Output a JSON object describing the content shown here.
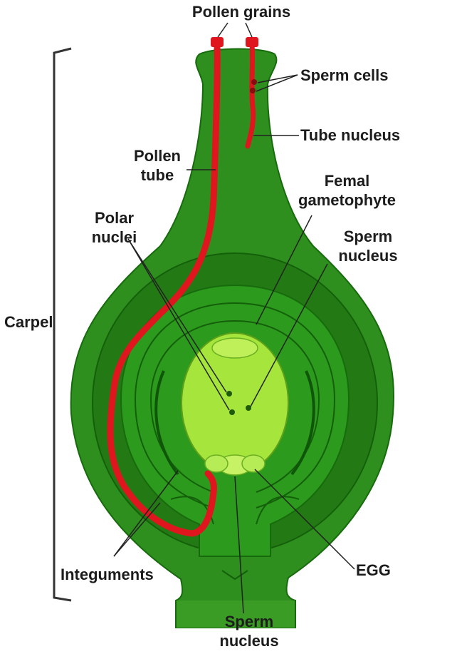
{
  "labels": {
    "pollen_grains": "Pollen grains",
    "sperm_cells": "Sperm cells",
    "tube_nucleus": "Tube nucleus",
    "pollen_tube": [
      "Pollen",
      "tube"
    ],
    "female_gametophyte": [
      "Femal",
      "gametophyte"
    ],
    "polar_nuclei": [
      "Polar",
      "nuclei"
    ],
    "sperm_nucleus_right": [
      "Sperm",
      "nucleus"
    ],
    "carpel": "Carpel",
    "integuments": "Integuments",
    "egg": "EGG",
    "sperm_nucleus_bottom": [
      "Sperm",
      "nucleus"
    ]
  },
  "colors": {
    "carpel_outer": "#2e8f1e",
    "carpel_middle": "#237a14",
    "ovule": "#2c9a1d",
    "embryo_sac": "#a5e53c",
    "pollen_tube": "#e0161e",
    "label_text": "#1c1c1c"
  }
}
